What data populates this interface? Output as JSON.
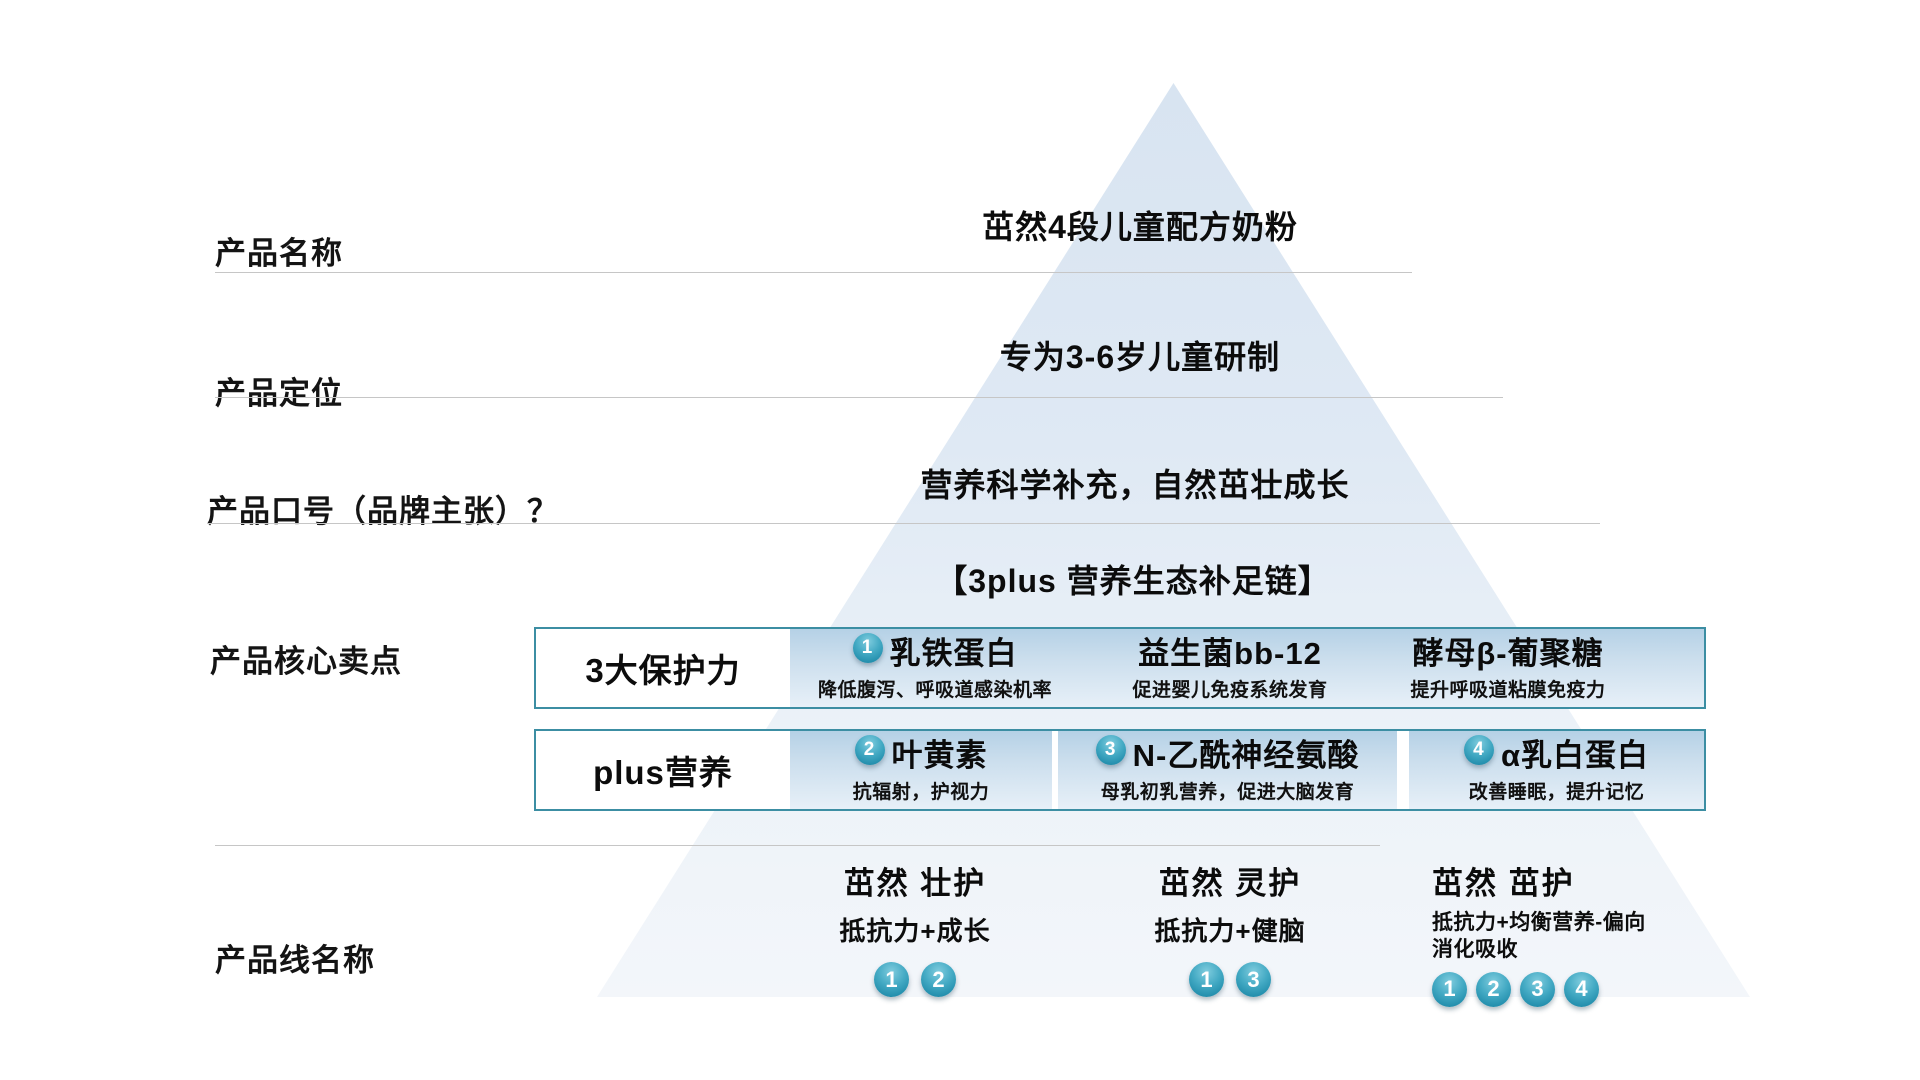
{
  "colors": {
    "accent_teal": "#2e93af",
    "box_border": "#3c8ea3",
    "pyramid_top": "#d8e4f1",
    "pyramid_bottom": "#f3f6fa",
    "divider_gray": "#c6c6c6"
  },
  "labels": {
    "product_name": "产品名称",
    "product_positioning": "产品定位",
    "product_slogan": "产品口号（品牌主张）？",
    "core_selling_points": "产品核心卖点",
    "product_line_names": "产品线名称"
  },
  "values": {
    "product_name": "茁然4段儿童配方奶粉",
    "product_positioning": "专为3-6岁儿童研制",
    "product_slogan": "营养科学补充，自然茁壮成长",
    "core_heading": "【3plus 营养生态补足链】"
  },
  "core_boxes": [
    {
      "label": "3大保护力",
      "items": [
        {
          "badge": "1",
          "title": "乳铁蛋白",
          "desc": "降低腹泻、呼吸道感染机率"
        },
        {
          "badge": "",
          "title": "益生菌bb-12",
          "desc": "促进婴儿免疫系统发育"
        },
        {
          "badge": "",
          "title": "酵母β-葡聚糖",
          "desc": "提升呼吸道粘膜免疫力"
        }
      ]
    },
    {
      "label": "plus营养",
      "items": [
        {
          "badge": "2",
          "title": "叶黄素",
          "desc": "抗辐射，护视力"
        },
        {
          "badge": "3",
          "title": "N-乙酰神经氨酸",
          "desc": "母乳初乳营养，促进大脑发育"
        },
        {
          "badge": "4",
          "title": "α乳白蛋白",
          "desc": "改善睡眠，提升记忆"
        }
      ]
    }
  ],
  "product_lines": [
    {
      "name": "茁然 壮护",
      "desc": "抵抗力+成长",
      "badges": [
        "1",
        "2"
      ]
    },
    {
      "name": "茁然 灵护",
      "desc": "抵抗力+健脑",
      "badges": [
        "1",
        "3"
      ]
    },
    {
      "name": "茁然 茁护",
      "desc": "抵抗力+均衡营养-偏向消化吸收",
      "badges": [
        "1",
        "2",
        "3",
        "4"
      ]
    }
  ]
}
